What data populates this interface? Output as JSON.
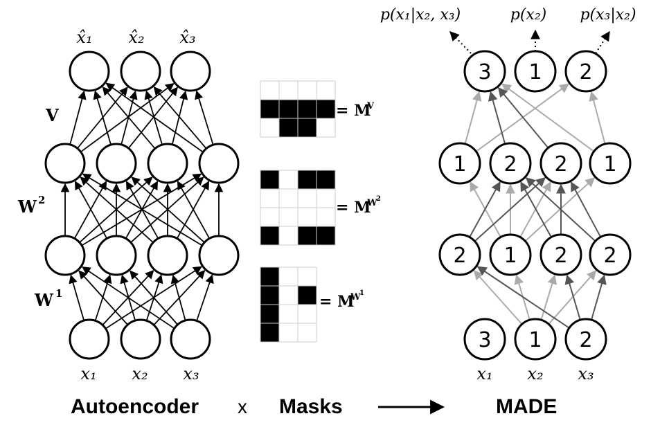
{
  "autoencoder": {
    "output_labels": [
      "x̂₁",
      "x̂₂",
      "x̂₃"
    ],
    "input_labels": [
      "x₁",
      "x₂",
      "x₃"
    ],
    "weight_labels": {
      "v": "V",
      "w2": "W",
      "w2_sup": "2",
      "w1": "W",
      "w1_sup": "1"
    }
  },
  "masks": {
    "m_v": {
      "prefix": "= M",
      "sup": "V"
    },
    "m_w2": {
      "prefix": "= M",
      "sup": "W",
      "sup2": "2"
    },
    "m_w1": {
      "prefix": "= M",
      "sup": "W",
      "sup2": "1"
    },
    "grid_v": [
      [
        0,
        0,
        0,
        0
      ],
      [
        1,
        1,
        1,
        1
      ],
      [
        0,
        1,
        1,
        0
      ]
    ],
    "grid_w2": [
      [
        1,
        0,
        1,
        1
      ],
      [
        0,
        0,
        0,
        0
      ],
      [
        0,
        0,
        0,
        0
      ],
      [
        1,
        0,
        1,
        1
      ]
    ],
    "grid_w1": [
      [
        1,
        0,
        0
      ],
      [
        1,
        0,
        1
      ],
      [
        1,
        0,
        0
      ],
      [
        1,
        0,
        0
      ]
    ]
  },
  "made": {
    "output_numbers": [
      "3",
      "1",
      "2"
    ],
    "hidden2_numbers": [
      "1",
      "2",
      "2",
      "1"
    ],
    "hidden1_numbers": [
      "2",
      "1",
      "2",
      "2"
    ],
    "input_numbers": [
      "3",
      "1",
      "2"
    ],
    "input_labels": [
      "x₁",
      "x₂",
      "x₃"
    ],
    "conditionals": [
      "p(x₁|x₂, x₃)",
      "p(x₂)",
      "p(x₃|x₂)"
    ]
  },
  "footer": {
    "left": "Autoencoder",
    "times": "x",
    "middle": "Masks",
    "right": "MADE"
  }
}
